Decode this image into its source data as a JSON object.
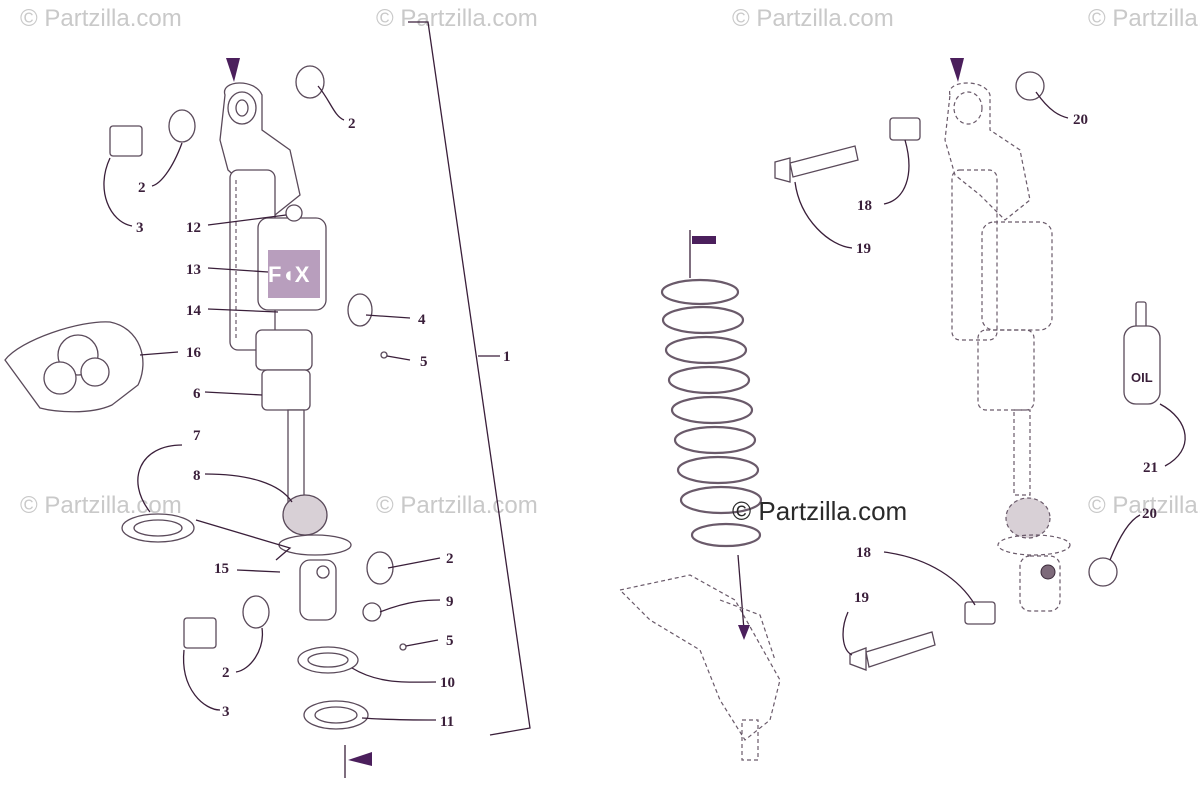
{
  "watermarks": {
    "brand": "© Partzilla.com",
    "center_brand": "© Partzilla.com"
  },
  "callouts": {
    "c1": "1",
    "c2a": "2",
    "c2b": "2",
    "c2c": "2",
    "c2d": "2",
    "c3a": "3",
    "c3b": "3",
    "c4": "4",
    "c5a": "5",
    "c5b": "5",
    "c6": "6",
    "c7": "7",
    "c8": "8",
    "c9": "9",
    "c10": "10",
    "c11": "11",
    "c12": "12",
    "c13": "13",
    "c14": "14",
    "c15": "15",
    "c16": "16",
    "c18a": "18",
    "c18b": "18",
    "c19a": "19",
    "c19b": "19",
    "c20a": "20",
    "c20b": "20",
    "c21": "21"
  },
  "oil_bottle": {
    "label": "OIL"
  },
  "colors": {
    "accent": "#4b1f5c",
    "line": "#3a1f3a"
  }
}
